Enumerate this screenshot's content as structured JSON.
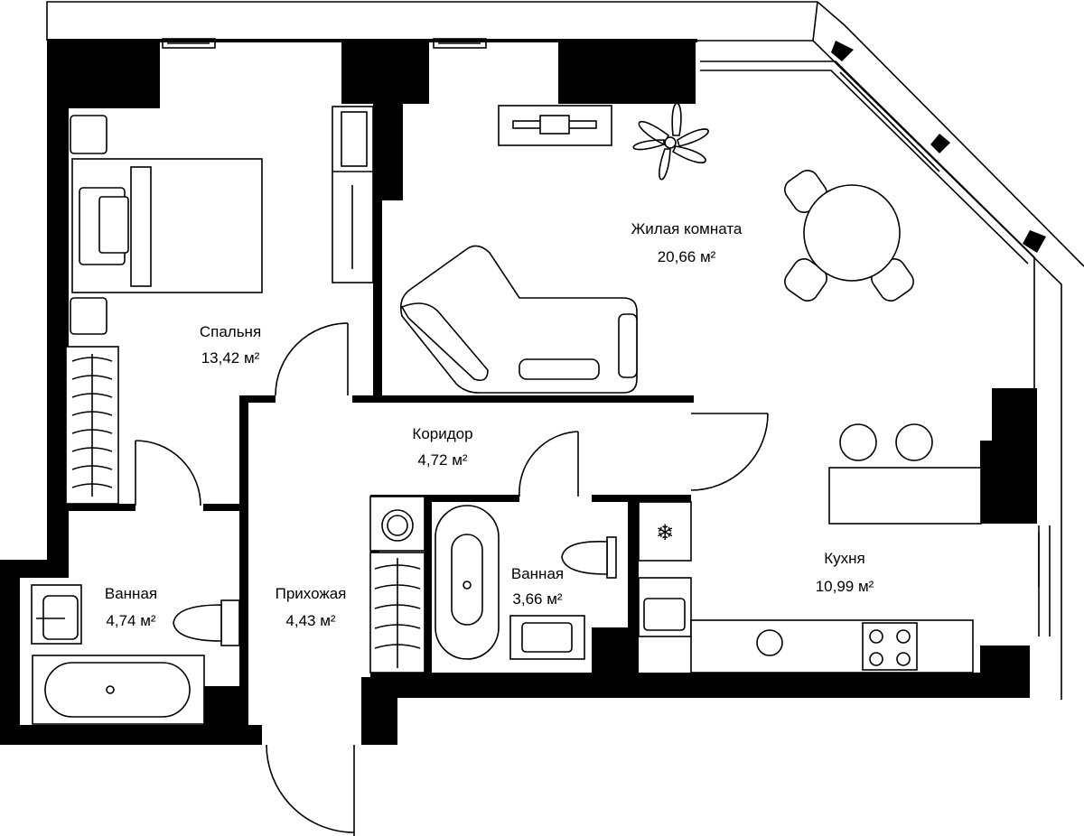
{
  "rooms": {
    "living": {
      "name": "Жилая комната",
      "area": "20,66 м²"
    },
    "bedroom": {
      "name": "Спальня",
      "area": "13,42 м²"
    },
    "corridor": {
      "name": "Коридор",
      "area": "4,72 м²"
    },
    "bath_left": {
      "name": "Ванная",
      "area": "4,74 м²"
    },
    "hall": {
      "name": "Прихожая",
      "area": "4,43 м²"
    },
    "bath_mid": {
      "name": "Ванная",
      "area": "3,66 м²"
    },
    "kitchen": {
      "name": "Кухня",
      "area": "10,99 м²"
    }
  },
  "colors": {
    "wall": "#000000",
    "background": "#ffffff"
  }
}
